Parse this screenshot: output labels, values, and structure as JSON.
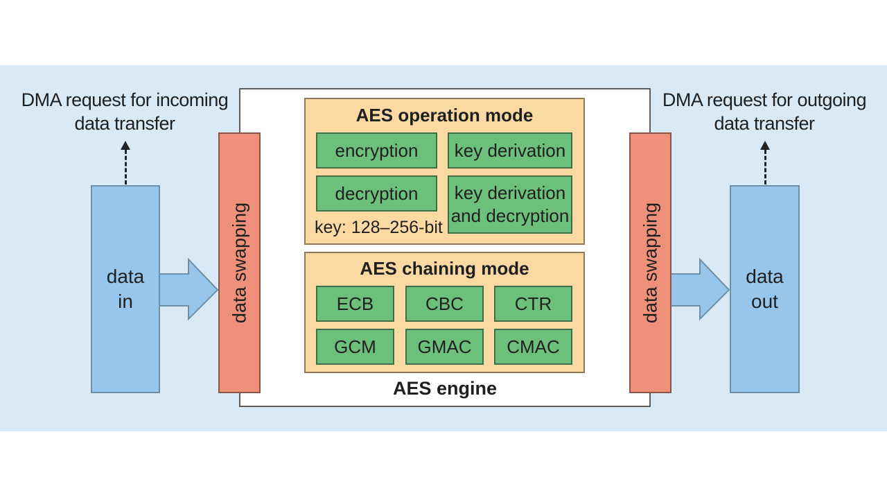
{
  "dma_incoming": {
    "line1": "DMA request for incoming",
    "line2": "data transfer"
  },
  "dma_outgoing": {
    "line1": "DMA request for outgoing",
    "line2": "data transfer"
  },
  "data_in": {
    "line1": "data",
    "line2": "in"
  },
  "data_out": {
    "line1": "data",
    "line2": "out"
  },
  "swap_left": "data swapping",
  "swap_right": "data swapping",
  "engine_label": "AES engine",
  "operation": {
    "title": "AES operation mode",
    "encryption": "encryption",
    "key_derivation": "key derivation",
    "decryption": "decryption",
    "key_derivation_decryption_1": "key derivation",
    "key_derivation_decryption_2": "and decryption",
    "key": "key: 128–256-bit"
  },
  "chaining": {
    "title": "AES chaining mode",
    "modes": [
      "ECB",
      "CBC",
      "CTR",
      "GCM",
      "GMAC",
      "CMAC"
    ]
  },
  "colors": {
    "band": "#d9eaf6",
    "data_box": "#97c6ea",
    "swap": "#ef907a",
    "panel": "#fbd9a2",
    "mode_box": "#6cc07b"
  }
}
